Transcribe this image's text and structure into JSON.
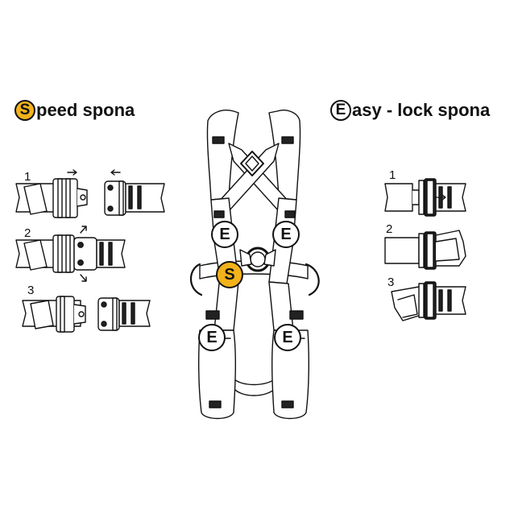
{
  "legend": {
    "speed": {
      "letter": "S",
      "rest": "peed spona",
      "color": "#f2b21b"
    },
    "easy": {
      "letter": "E",
      "rest": "asy - lock spona"
    }
  },
  "speed_steps": [
    "1",
    "2",
    "3"
  ],
  "easy_steps": [
    "1",
    "2",
    "3"
  ],
  "harness_markers": {
    "e_chest_left": "E",
    "e_chest_right": "E",
    "s_center": "S",
    "e_leg_left": "E",
    "e_leg_right": "E"
  },
  "colors": {
    "outline": "#111111",
    "speed_accent": "#f2b21b",
    "strap_fill": "#ffffff"
  }
}
